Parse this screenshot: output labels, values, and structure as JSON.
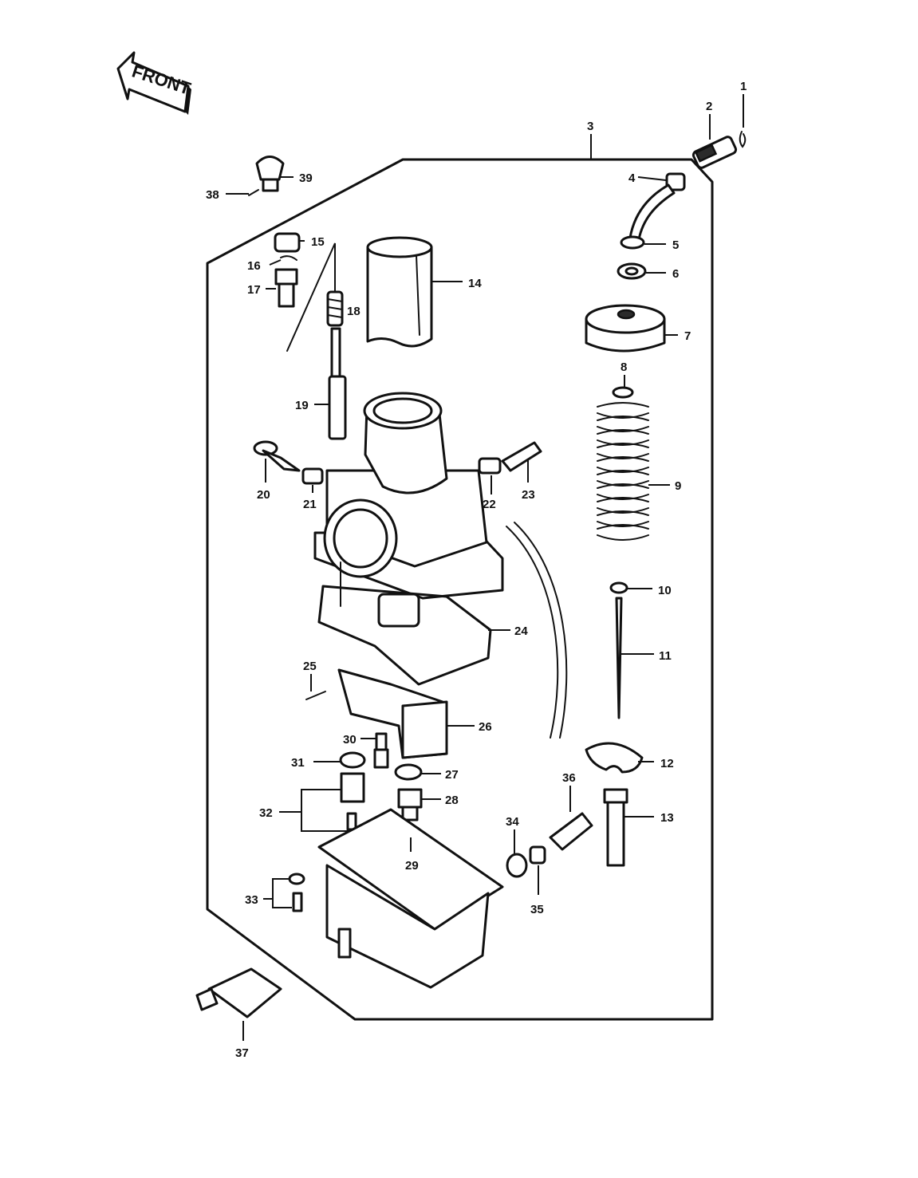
{
  "diagram": {
    "front_arrow_label": "FRONT",
    "callouts": [
      "1",
      "2",
      "3",
      "4",
      "5",
      "6",
      "7",
      "8",
      "9",
      "10",
      "11",
      "12",
      "13",
      "14",
      "15",
      "16",
      "17",
      "18",
      "19",
      "20",
      "21",
      "22",
      "23",
      "24",
      "25",
      "26",
      "27",
      "28",
      "29",
      "30",
      "31",
      "32",
      "33",
      "34",
      "35",
      "36",
      "37",
      "38",
      "39"
    ]
  }
}
